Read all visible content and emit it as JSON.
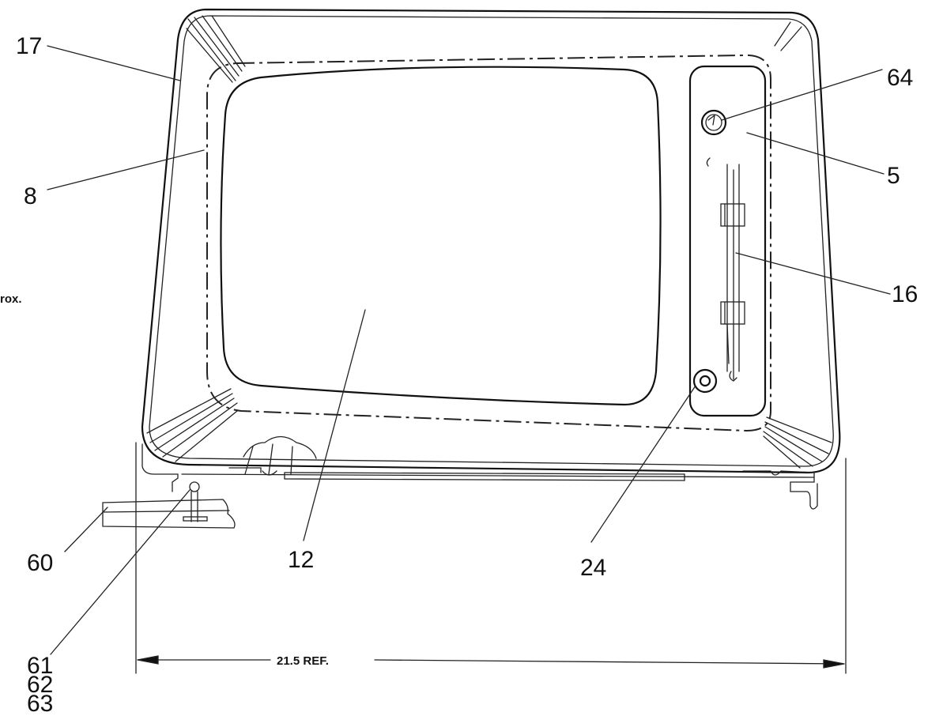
{
  "callouts": {
    "c17": "17",
    "c8": "8",
    "c64": "64",
    "c5": "5",
    "c16": "16",
    "c12": "12",
    "c24": "24",
    "c60": "60",
    "c61": "61",
    "c62": "62",
    "c63": "63"
  },
  "left_margin_text": "rox.",
  "dimension_label": "21.5 REF."
}
